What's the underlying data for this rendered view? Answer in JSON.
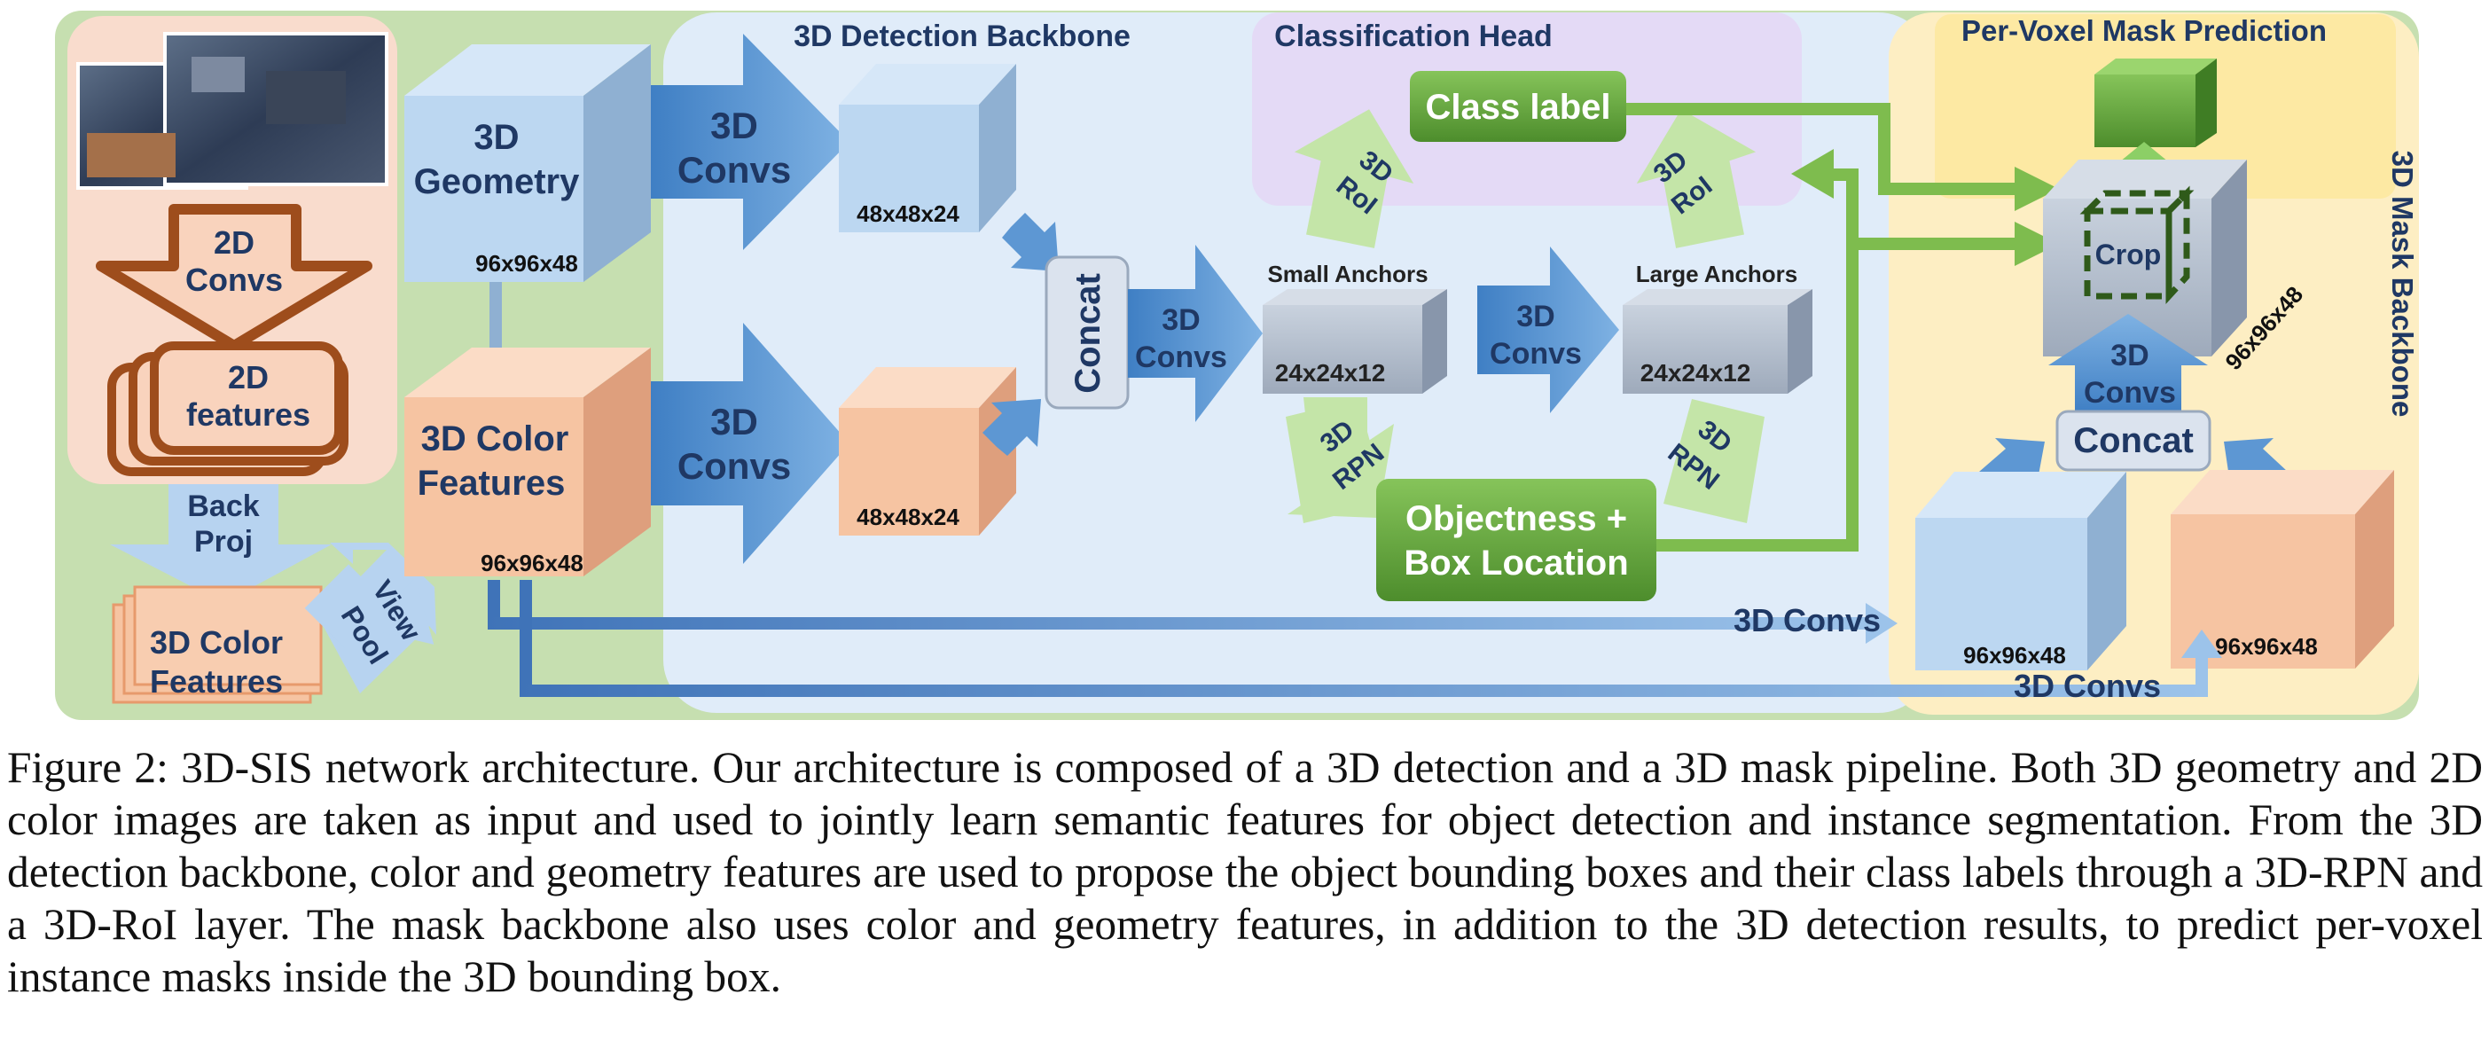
{
  "colors": {
    "outer_green": "#c6dfb0",
    "input_panel": "#f9dccd",
    "detection_panel": "#e0ecf9",
    "classification_panel": "#e4daf6",
    "mask_panel": "#fdeec3",
    "per_voxel_panel": "#fde9a3",
    "geometry_cube": "#bcd7f1",
    "color_cube": "#f6c4a2",
    "gray_cube": "#b9c3d1",
    "blue_arrow": "#5d97d3",
    "green_arrow": "#c4e5a8",
    "green_box": "#64a33f",
    "brown_arrow": "#9e4d1c",
    "title_text": "#1f3864"
  },
  "diagram": {
    "panels": {
      "detection_backbone": "3D Detection Backbone",
      "classification_head": "Classification Head",
      "per_voxel_mask": "Per-Voxel Mask Prediction",
      "mask_backbone": "3D Mask Backbone"
    },
    "input": {
      "conv2d_l1": "2D",
      "conv2d_l2": "Convs",
      "features2d_l1": "2D",
      "features2d_l2": "features",
      "backproj_l1": "Back",
      "backproj_l2": "Proj",
      "colorfeat_l1": "3D Color",
      "colorfeat_l2": "Features",
      "viewpool_l1": "View",
      "viewpool_l2": "Pool"
    },
    "geometry_l1": "3D",
    "geometry_l2": "Geometry",
    "geometry_dims": "96x96x48",
    "color_l1": "3D Color",
    "color_l2": "Features",
    "color_dims": "96x96x48",
    "conv_l1": "3D",
    "conv_l2": "Convs",
    "geo_small_dims": "48x48x24",
    "color_small_dims": "48x48x24",
    "concat": "Concat",
    "small_anchors": "Small Anchors",
    "large_anchors": "Large Anchors",
    "anchor_dims": "24x24x12",
    "roi_l1": "3D",
    "roi_l2": "RoI",
    "rpn_l1": "3D",
    "rpn_l2": "RPN",
    "class_label": "Class label",
    "objectness_l1": "Objectness +",
    "objectness_l2": "Box Location",
    "crop": "Crop",
    "mask_cube_dims": "96x96x48",
    "mask_concat": "Concat",
    "mask_geo_dims": "96x96x48",
    "mask_color_dims": "96x96x48",
    "long_conv": "3D Convs"
  },
  "caption": "Figure 2: 3D-SIS network architecture. Our architecture is composed of a 3D detection and a 3D mask pipeline. Both 3D geometry and 2D color images are taken as input and used to jointly learn semantic features for object detection and instance segmentation. From the 3D detection backbone, color and geometry features are used to propose the object bounding boxes and their class labels through a 3D-RPN and a 3D-RoI layer. The mask backbone also uses color and geometry features, in addition to the 3D detection results, to predict per-voxel instance masks inside the 3D bounding box."
}
